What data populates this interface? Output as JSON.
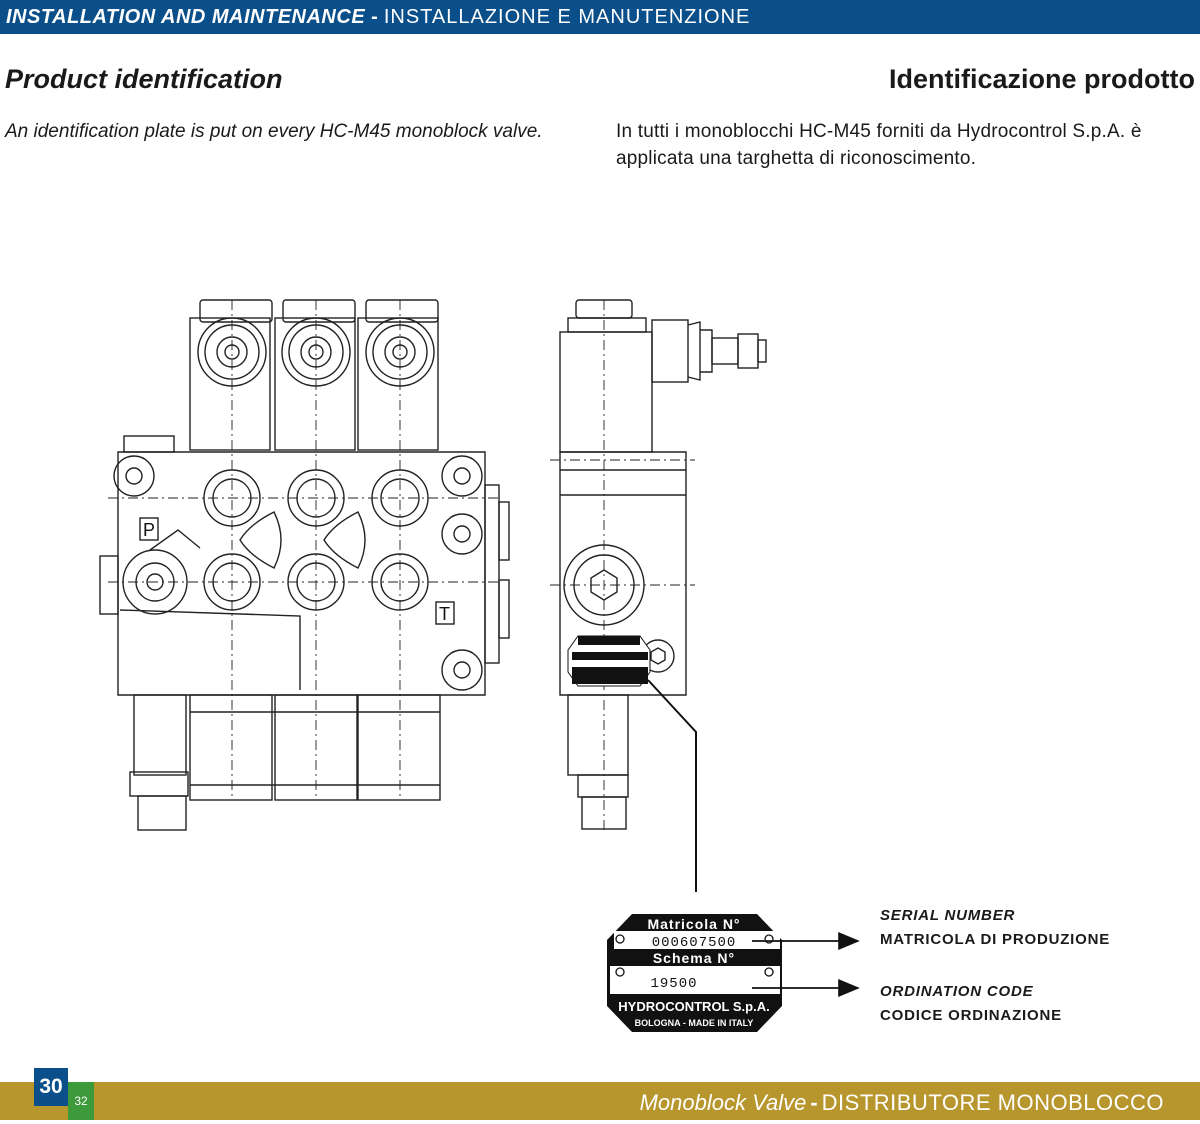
{
  "header": {
    "title_en": "INSTALLATION AND MAINTENANCE",
    "separator": "-",
    "title_it": "INSTALLAZIONE E MANUTENZIONE"
  },
  "section": {
    "title_en": "Product identification",
    "title_it": "Identificazione prodotto",
    "text_en": "An identification plate is put on every HC-M45 monoblock valve.",
    "text_it": "In tutti i monoblocchi HC-M45 forniti da Hydrocontrol S.p.A. è applicata una targhetta di riconoscimento."
  },
  "drawing": {
    "port_p": "P",
    "port_t": "T",
    "plate": {
      "serial_label": "Matricola N°",
      "serial_value": "000607500",
      "schema_label": "Schema N°",
      "schema_value": "19500",
      "company": "HYDROCONTROL S.p.A.",
      "location": "BOLOGNA - MADE IN ITALY"
    }
  },
  "callouts": {
    "serial_en": "SERIAL NUMBER",
    "serial_it": "MATRICOLA DI PRODUZIONE",
    "code_en": "ORDINATION CODE",
    "code_it": "CODICE ORDINAZIONE"
  },
  "footer": {
    "page": "30",
    "total": "32",
    "title_en": "Monoblock Valve",
    "separator": "-",
    "title_it": "DISTRIBUTORE MONOBLOCCO"
  }
}
